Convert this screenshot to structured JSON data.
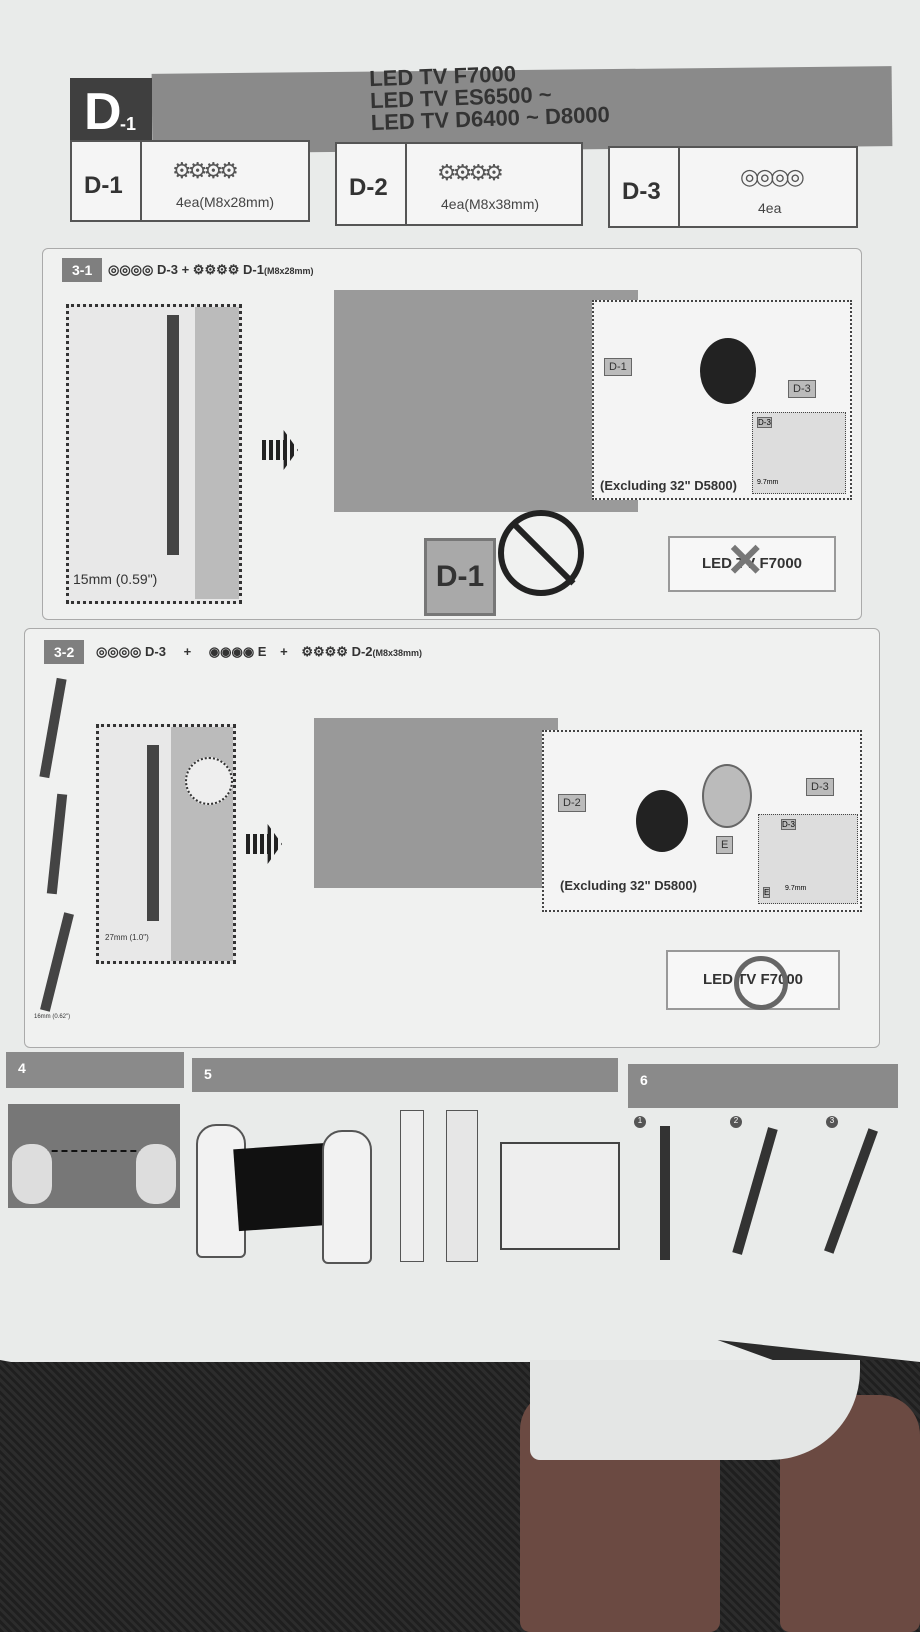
{
  "header": {
    "section_code": "D",
    "section_sub": "-1",
    "models": [
      "LED TV F7000",
      "LED TV ES6500 ~",
      "LED TV D6400 ~ D8000"
    ]
  },
  "parts": [
    {
      "code": "D-1",
      "qty": "4ea(M8x28mm)"
    },
    {
      "code": "D-2",
      "qty": "4ea(M8x38mm)"
    },
    {
      "code": "D-3",
      "qty": "4ea"
    }
  ],
  "step31": {
    "tag": "3-1",
    "formula": [
      "D-3",
      "+",
      "D-1",
      "(M8x28mm)"
    ],
    "gap": "15mm (0.59\")",
    "callout_labels": [
      "D-1",
      "D-3",
      "D-3",
      "9.7mm"
    ],
    "excluding": "(Excluding 32\" D5800)",
    "big_label": "D-1",
    "model_note": "LED TV F7000"
  },
  "step32": {
    "tag": "3-2",
    "formula": [
      "D-3",
      "+",
      "E",
      "+",
      "D-2",
      "(M8x38mm)"
    ],
    "gap": "27mm (1.0\")",
    "gap_small": "16mm (0.62\")",
    "callout_labels": [
      "D-2",
      "E",
      "D-3",
      "D-3",
      "E",
      "9.7mm"
    ],
    "excluding": "(Excluding 32\" D5800)",
    "model_note": "LED TV F7000"
  },
  "steps": [
    "4",
    "5",
    "6"
  ],
  "step6_markers": [
    "1",
    "2",
    "3"
  ]
}
